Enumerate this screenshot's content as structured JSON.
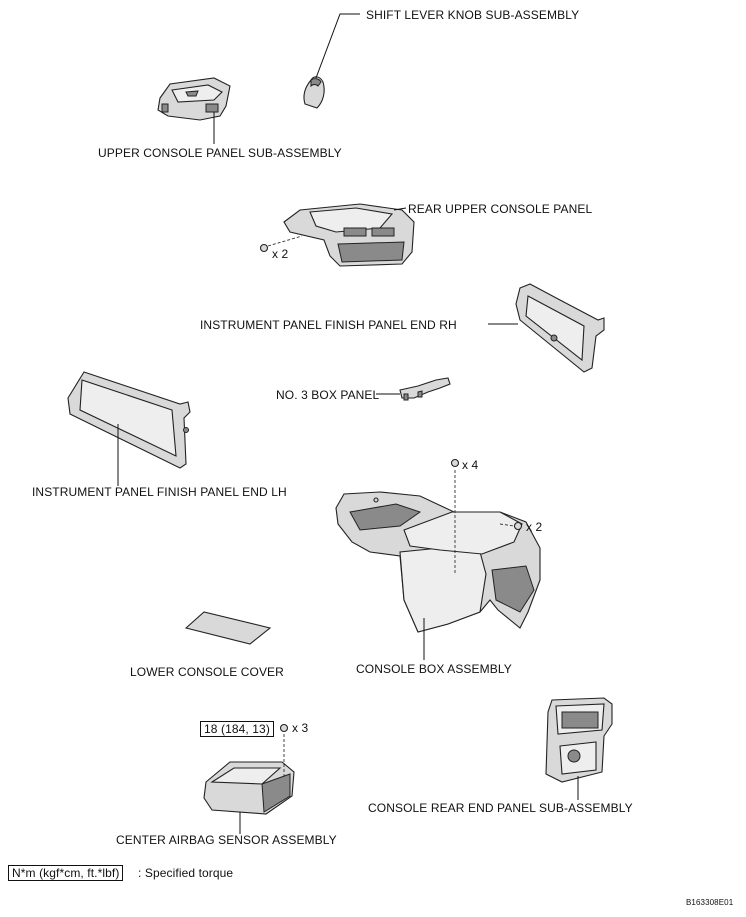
{
  "labels": {
    "shift_lever_knob": "SHIFT LEVER KNOB SUB-ASSEMBLY",
    "upper_console_panel": "UPPER CONSOLE PANEL SUB-ASSEMBLY",
    "rear_upper_console_panel": "REAR UPPER CONSOLE PANEL",
    "instrument_panel_finish_rh": "INSTRUMENT PANEL FINISH PANEL END RH",
    "no3_box_panel": "NO. 3 BOX PANEL",
    "instrument_panel_finish_lh": "INSTRUMENT PANEL FINISH PANEL END LH",
    "console_box_assembly": "CONSOLE BOX ASSEMBLY",
    "lower_console_cover": "LOWER CONSOLE COVER",
    "console_rear_end_panel": "CONSOLE REAR END PANEL SUB-ASSEMBLY",
    "center_airbag_sensor": "CENTER AIRBAG SENSOR ASSEMBLY"
  },
  "quantities": {
    "rear_upper_console_clips": "x 2",
    "console_box_screws": "x 4",
    "console_box_bolts": "x 2",
    "airbag_sensor_bolts": "x 3"
  },
  "torque": {
    "airbag_sensor_bolt": "18 (184, 13)"
  },
  "legend": {
    "units": "N*m (kgf*cm, ft.*lbf)",
    "description": ": Specified torque"
  },
  "figure_id": "B163308E01",
  "colors": {
    "line": "#111111",
    "part_fill": "#d9d9d9",
    "background": "#ffffff"
  }
}
